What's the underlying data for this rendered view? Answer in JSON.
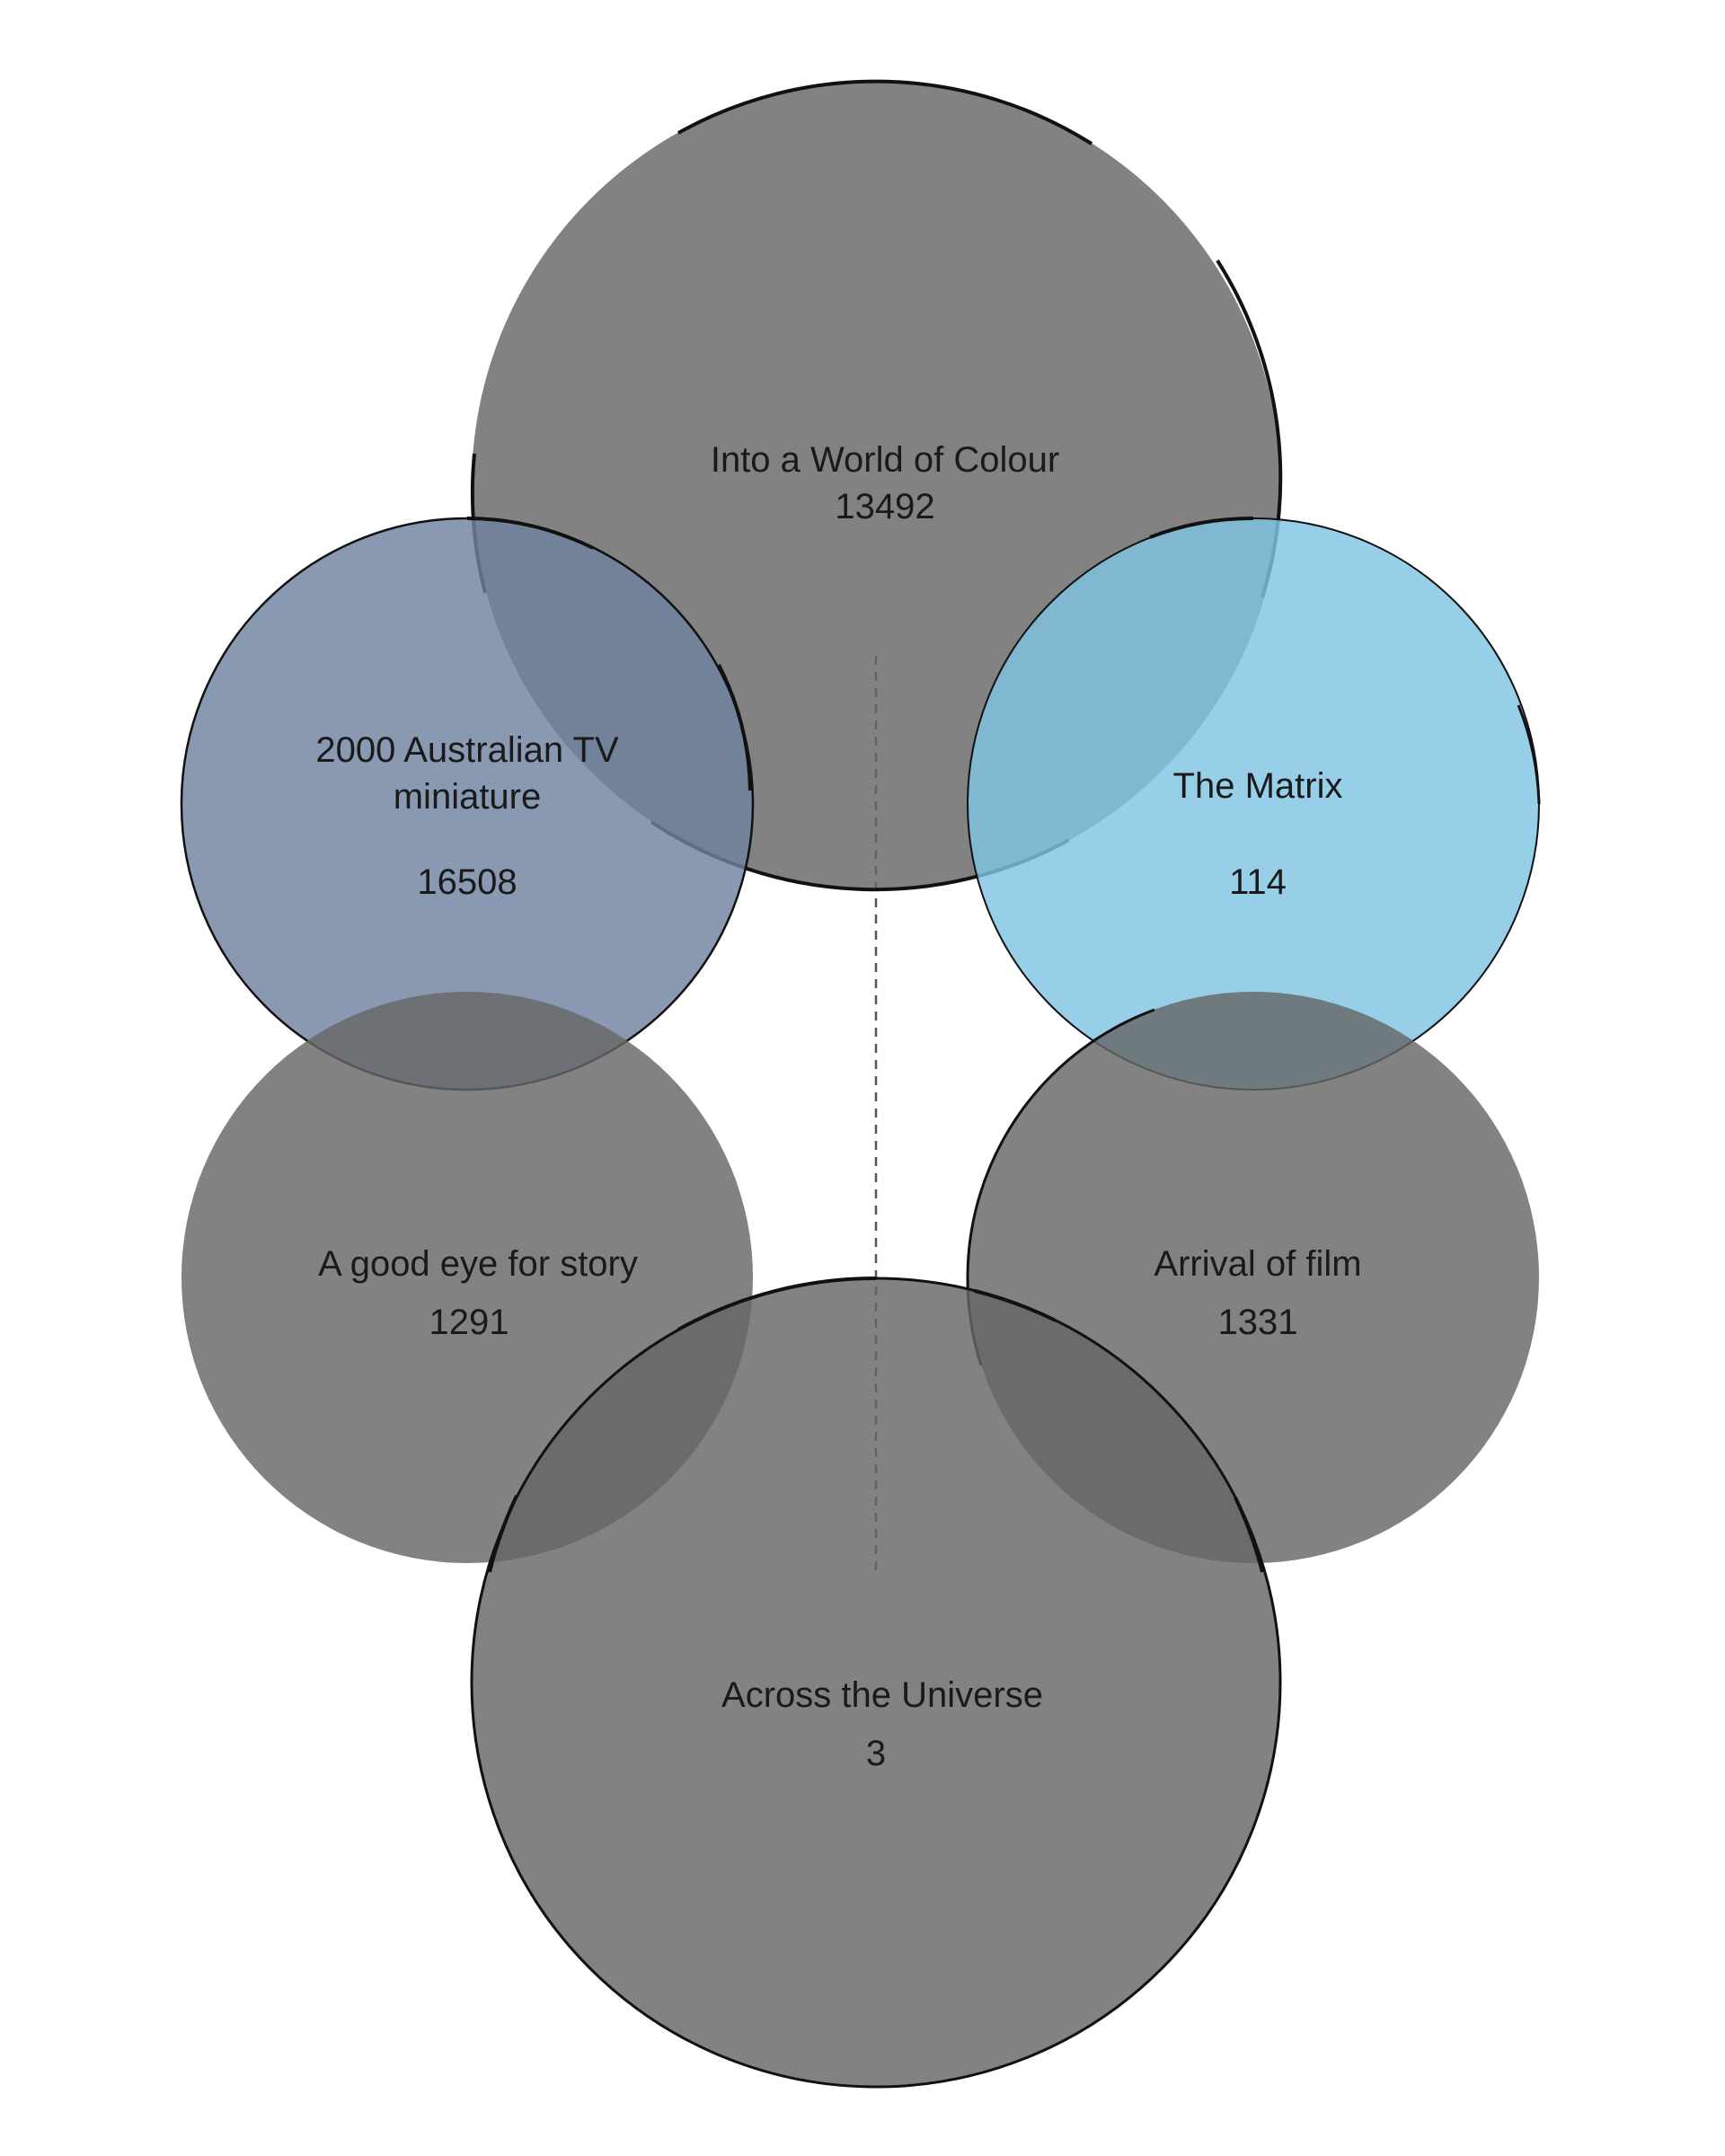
{
  "colors": {
    "grey": "#666666",
    "slate": "#6f83a0",
    "sky": "#7fc4e2",
    "outline": "#111111",
    "divider": "#555555",
    "text": "#1a1a1a"
  },
  "nodes": [
    {
      "id": "into-world",
      "lines": [
        "Into a World of Colour",
        "13492"
      ],
      "color_key": "grey"
    },
    {
      "id": "australian-tv",
      "lines": [
        "2000 Australian TV",
        "miniature",
        "16508"
      ],
      "color_key": "slate"
    },
    {
      "id": "matrix",
      "lines": [
        "The Matrix",
        "114"
      ],
      "color_key": "sky"
    },
    {
      "id": "good-eye",
      "lines": [
        "A good eye for story",
        "1291"
      ],
      "color_key": "grey"
    },
    {
      "id": "arrival-film",
      "lines": [
        "Arrival of film",
        "1331"
      ],
      "color_key": "grey"
    },
    {
      "id": "across-universe",
      "lines": [
        "Across the Universe",
        "3"
      ],
      "color_key": "grey"
    }
  ]
}
